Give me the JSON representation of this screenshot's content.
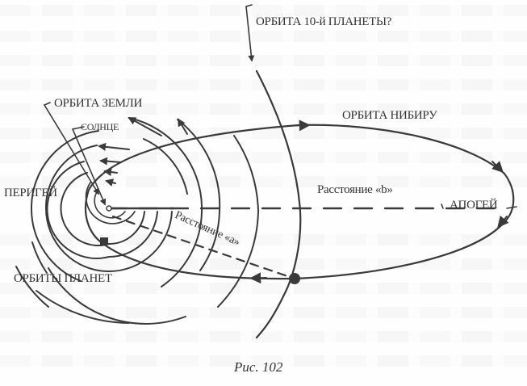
{
  "figure": {
    "caption": "Рис. 102",
    "labels": {
      "tenth_planet_orbit": "ОРБИТА 10-й ПЛАНЕТЫ?",
      "earth_orbit": "ОРБИТА ЗЕМЛИ",
      "sun": "СОЛНЦЕ",
      "nibiru_orbit": "ОРБИТА НИБИРУ",
      "perigee": "ПЕРИГЕЙ",
      "apogee": "АПОГЕЙ",
      "distance_b": "Расстояние «b»",
      "distance_a": "Расстояние «а»",
      "planet_orbits": "ОРБИТЫ ПЛАНЕТ"
    },
    "colors": {
      "ink": "#3a3a3a",
      "background": "#fefefe"
    }
  }
}
